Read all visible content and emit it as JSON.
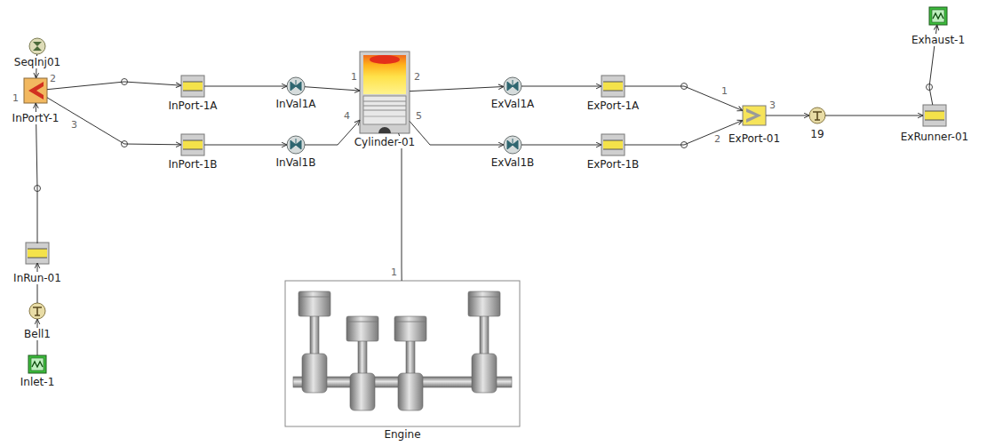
{
  "diagram": {
    "nodes": [
      {
        "text": [
          "SeqInj01"
        ]
      },
      {
        "text": [
          "InPortY-1"
        ]
      },
      {
        "text": [
          "InPort-1A"
        ]
      },
      {
        "text": [
          "InVal1A"
        ]
      },
      {
        "text": [
          "Cylinder-01"
        ]
      },
      {
        "text": [
          "ExVal1A"
        ]
      },
      {
        "text": [
          "ExPort-1A"
        ]
      },
      {
        "text": [
          "ExPort-01"
        ]
      },
      {
        "text": [
          "19"
        ]
      },
      {
        "text": [
          "ExRunner-01"
        ]
      },
      {
        "text": [
          "Exhaust-1"
        ]
      },
      {
        "text": [
          "InPort-1B"
        ]
      },
      {
        "text": [
          "InVal1B"
        ]
      },
      {
        "text": [
          "ExVal1B"
        ]
      },
      {
        "text": [
          "ExPort-1B"
        ]
      },
      {
        "text": [
          "InRun-01"
        ]
      },
      {
        "text": [
          "Bell1"
        ]
      },
      {
        "text": [
          "Inlet-1"
        ]
      },
      {
        "text": [
          "Engine"
        ]
      }
    ],
    "edges": [
      {
        "from": 0,
        "to": 1,
        "arrow": "to"
      },
      {
        "from": 17,
        "to": 16,
        "arrow": "to"
      },
      {
        "from": 16,
        "to": 15,
        "arrow": "to"
      },
      {
        "from": 15,
        "to": 1,
        "arrow": "to"
      },
      {
        "from": 1,
        "to": 2,
        "arrow": "to"
      },
      {
        "from": 2,
        "to": 3,
        "arrow": "to"
      },
      {
        "from": 3,
        "to": 4,
        "arrow": "to"
      },
      {
        "from": 4,
        "to": 5,
        "arrow": "to"
      },
      {
        "from": 5,
        "to": 6,
        "arrow": "to"
      },
      {
        "from": 6,
        "to": 7,
        "arrow": "to"
      },
      {
        "from": 7,
        "to": 8,
        "arrow": "to"
      },
      {
        "from": 8,
        "to": 9,
        "arrow": "to"
      },
      {
        "from": 9,
        "to": 10,
        "arrow": "to"
      },
      {
        "from": 1,
        "to": 11,
        "arrow": "to"
      },
      {
        "from": 11,
        "to": 12,
        "arrow": "to"
      },
      {
        "from": 12,
        "to": 4,
        "arrow": "to"
      },
      {
        "from": 4,
        "to": 13,
        "arrow": "to"
      },
      {
        "from": 13,
        "to": 14,
        "arrow": "to"
      },
      {
        "from": 14,
        "to": 7,
        "arrow": "to"
      },
      {
        "from": 4,
        "to": 18,
        "arrow": "none"
      }
    ],
    "labels": [
      "2",
      "1",
      "3",
      "1",
      "2",
      "4",
      "5",
      "1",
      "2",
      "3",
      "1"
    ]
  }
}
